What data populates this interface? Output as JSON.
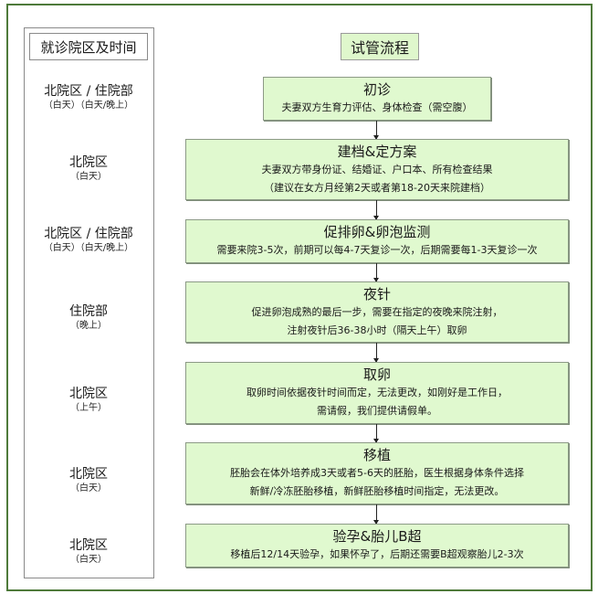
{
  "left_column": {
    "header": "就诊院区及时间",
    "locations": [
      {
        "name": "北院区 / 住院部",
        "time": "（白天）（白天/晚上）"
      },
      {
        "name": "北院区",
        "time": "（白天）"
      },
      {
        "name": "北院区 / 住院部",
        "time": "（白天）（白天/晚上）"
      },
      {
        "name": "住院部",
        "time": "（晚上）"
      },
      {
        "name": "北院区",
        "time": "（上午）"
      },
      {
        "name": "北院区",
        "time": "（白天）"
      },
      {
        "name": "北院区",
        "time": "（白天）"
      }
    ]
  },
  "flow": {
    "title": "试管流程",
    "steps": [
      {
        "title": "初诊",
        "lines": [
          "夫妻双方生育力评估、身体检查（需空腹）"
        ]
      },
      {
        "title": "建档&定方案",
        "lines": [
          "夫妻双方带身份证、结婚证、户口本、所有检查结果",
          "（建议在女方月经第2天或者第18-20天来院建档）"
        ]
      },
      {
        "title": "促排卵&卵泡监测",
        "lines": [
          "需要来院3-5次，前期可以每4-7天复诊一次，后期需要每1-3天复诊一次"
        ]
      },
      {
        "title": "夜针",
        "lines": [
          "促进卵泡成熟的最后一步，需要在指定的夜晚来院注射，",
          "注射夜针后36-38小时（隔天上午）取卵"
        ]
      },
      {
        "title": "取卵",
        "lines": [
          "取卵时间依据夜针时间而定，无法更改，如刚好是工作日，",
          "需请假，我们提供请假单。"
        ]
      },
      {
        "title": "移植",
        "lines": [
          "胚胎会在体外培养成3天或者5-6天的胚胎，医生根据身体条件选择",
          "新鲜/冷冻胚胎移植，新鲜胚胎移植时间指定，无法更改。"
        ]
      },
      {
        "title": "验孕&胎儿B超",
        "lines": [
          "移植后12/14天验孕，如果怀孕了，后期还需要B超观察胎儿2-3次"
        ]
      }
    ]
  },
  "colors": {
    "frame_border": "#4e7a3a",
    "step_fill": "#e0f9cf",
    "title_fill": "#dff7cc"
  }
}
